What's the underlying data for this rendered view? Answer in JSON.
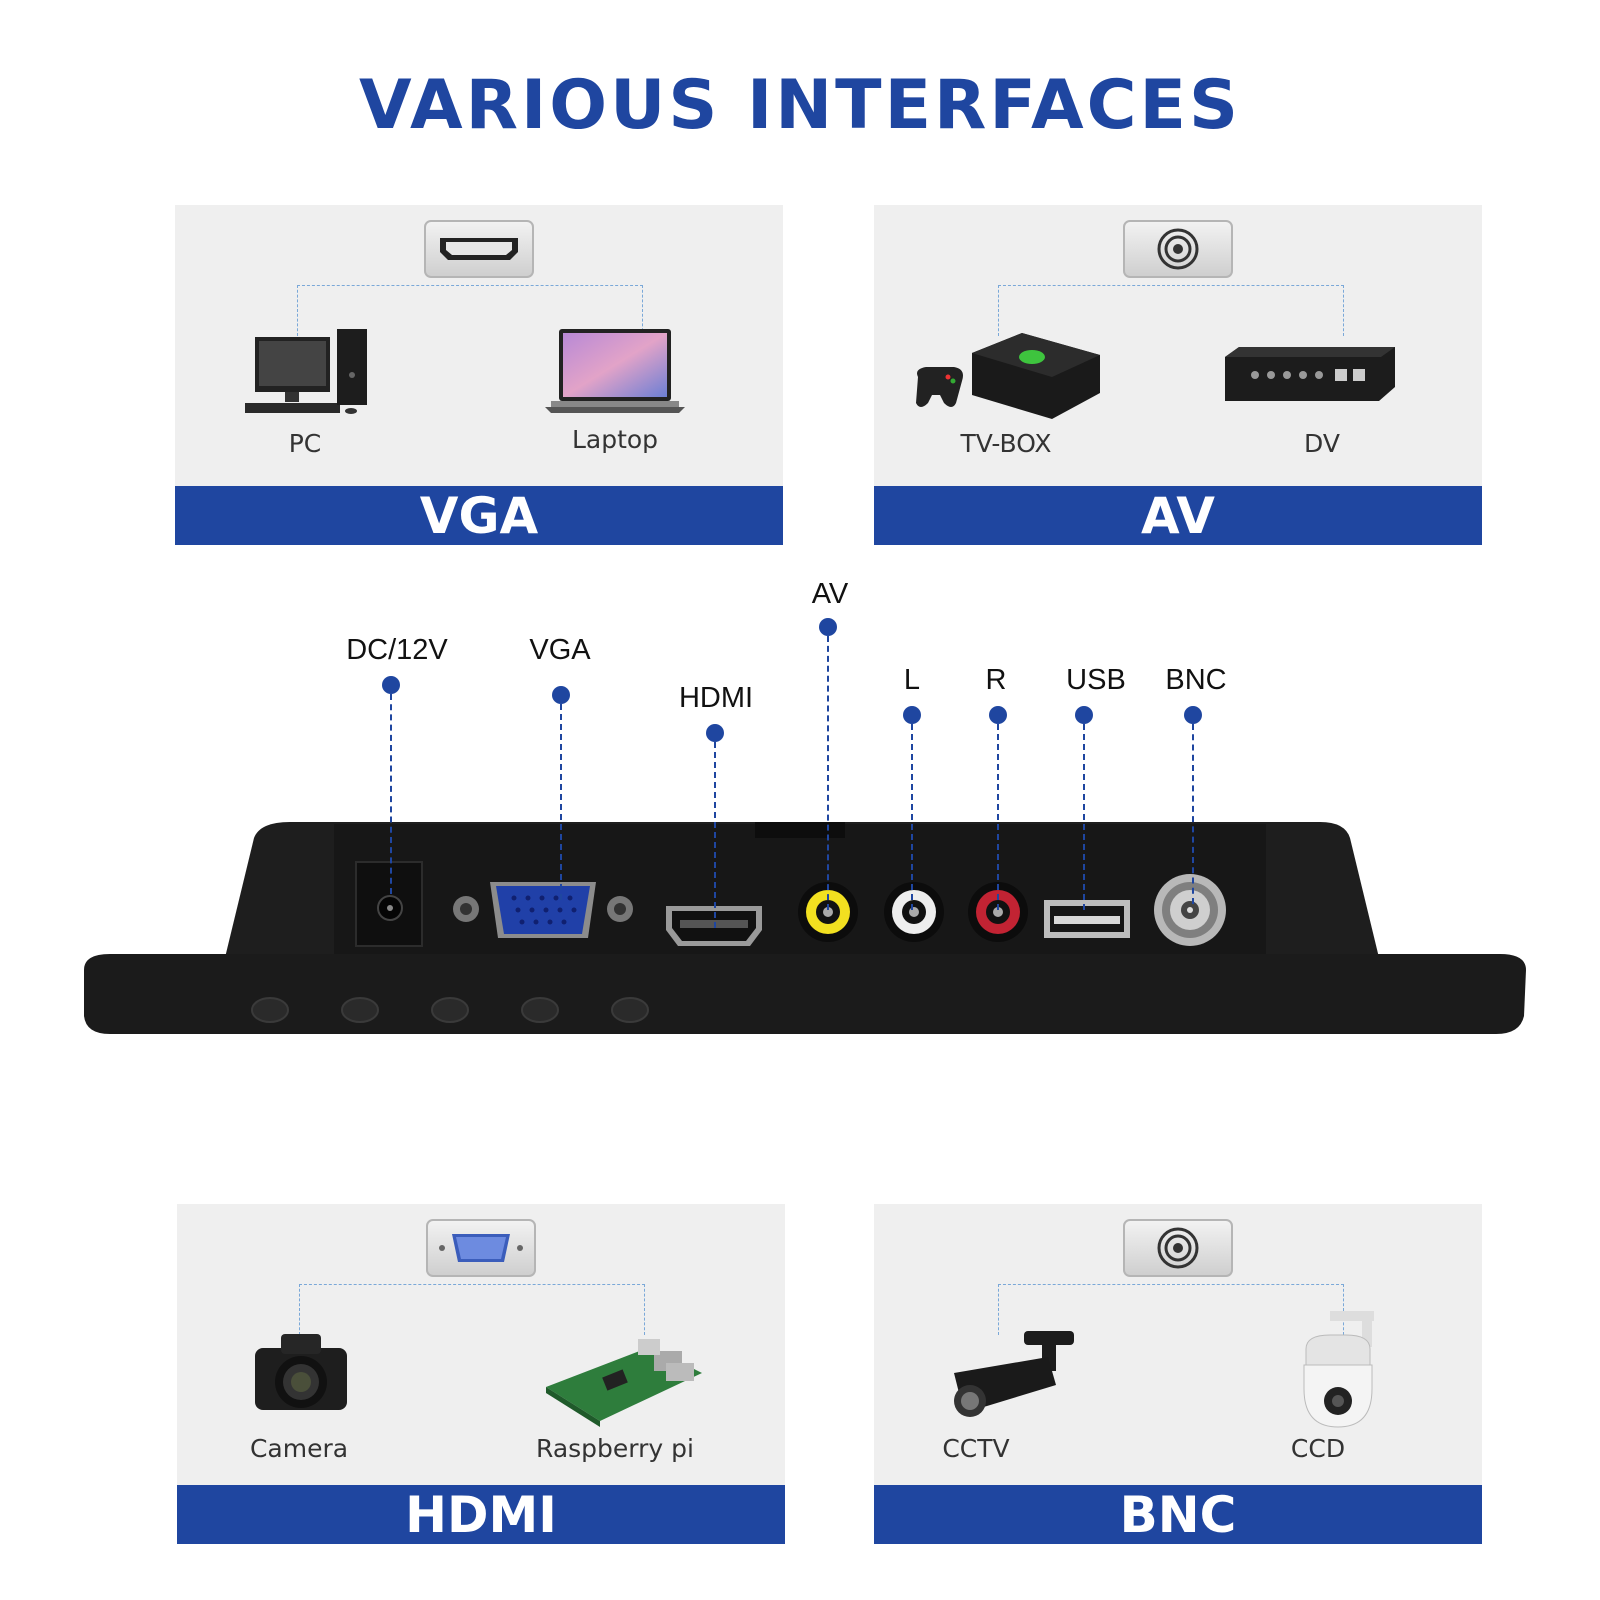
{
  "title": "VARIOUS INTERFACES",
  "cards": [
    {
      "label": "VGA",
      "devices": [
        "PC",
        "Laptop"
      ],
      "port_icon": "hdmi-port-icon"
    },
    {
      "label": "AV",
      "devices": [
        "TV-BOX",
        "DV"
      ],
      "port_icon": "bnc-port-icon"
    },
    {
      "label": "HDMI",
      "devices": [
        "Camera",
        "Raspberry pi"
      ],
      "port_icon": "vga-port-icon"
    },
    {
      "label": "BNC",
      "devices": [
        "CCTV",
        "CCD"
      ],
      "port_icon": "bnc-port-icon"
    }
  ],
  "ports": [
    "DC/12V",
    "VGA",
    "HDMI",
    "AV",
    "L",
    "R",
    "USB",
    "BNC"
  ],
  "colors": {
    "brand_blue": "#1f46a0",
    "panel_bg": "#efefef",
    "device_black": "#1b1b1b"
  }
}
